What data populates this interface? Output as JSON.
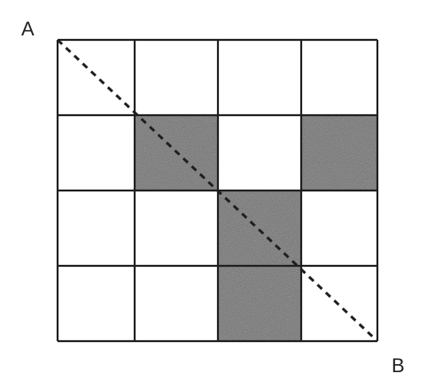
{
  "labels": {
    "start": "A",
    "end": "B"
  },
  "grid": {
    "rows": 4,
    "cols": 4,
    "shaded_cells": [
      [
        1,
        1
      ],
      [
        1,
        3
      ],
      [
        2,
        2
      ],
      [
        3,
        2
      ]
    ],
    "diagonal": {
      "from": "A",
      "to": "B",
      "style": "dashed"
    }
  },
  "colors": {
    "line": "#1f1f1f",
    "shade": "#6e6e6e",
    "background": "#ffffff"
  }
}
